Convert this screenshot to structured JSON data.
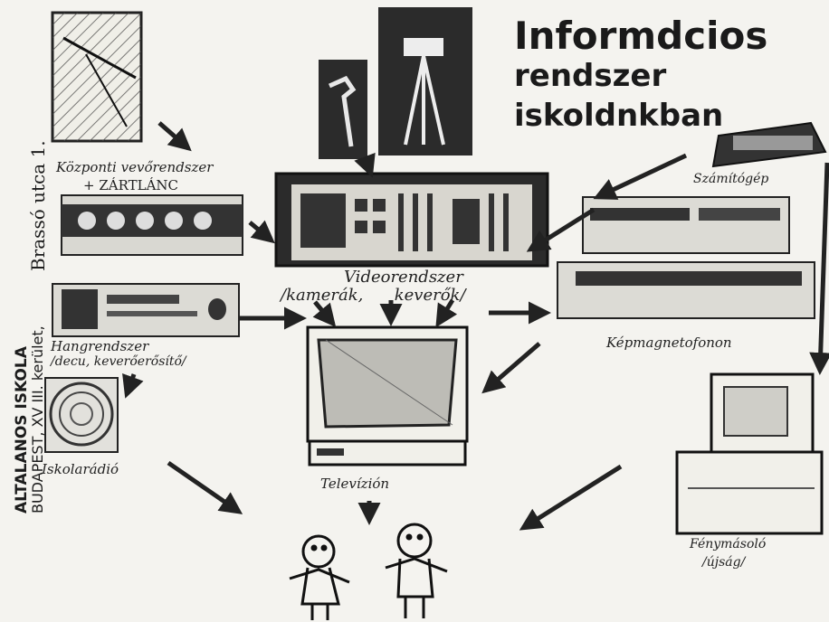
{
  "title": {
    "line1": "Informdcios",
    "line2": "rendszer",
    "line3": "iskoldnkban"
  },
  "school": {
    "name": "ALTALANOS ISKOLA",
    "address_line1": "BUDAPEST, XV III. kerület,",
    "address_line2": "Brassó utca 1."
  },
  "labels": {
    "antenna": "Központi vevőrendszer",
    "antenna2": "+ ZÁRTLÁNC",
    "video": "Videorendszer",
    "video2": "/kamerák,      keverők/",
    "sound": "Hangrendszer",
    "sound2": "/decu, keverőerősítő/",
    "radio": "Iskolarádió",
    "tv": "Televízión",
    "computer": "Számítógép",
    "vcr": "Képmagnetofonon",
    "printer": "Fénymásoló",
    "printer2": "/újság/"
  },
  "colors": {
    "ink": "#1c1c1c",
    "paper": "#f4f3ef",
    "photo_dark": "#2b2b2b",
    "photo_mid": "#8a8a8a"
  }
}
